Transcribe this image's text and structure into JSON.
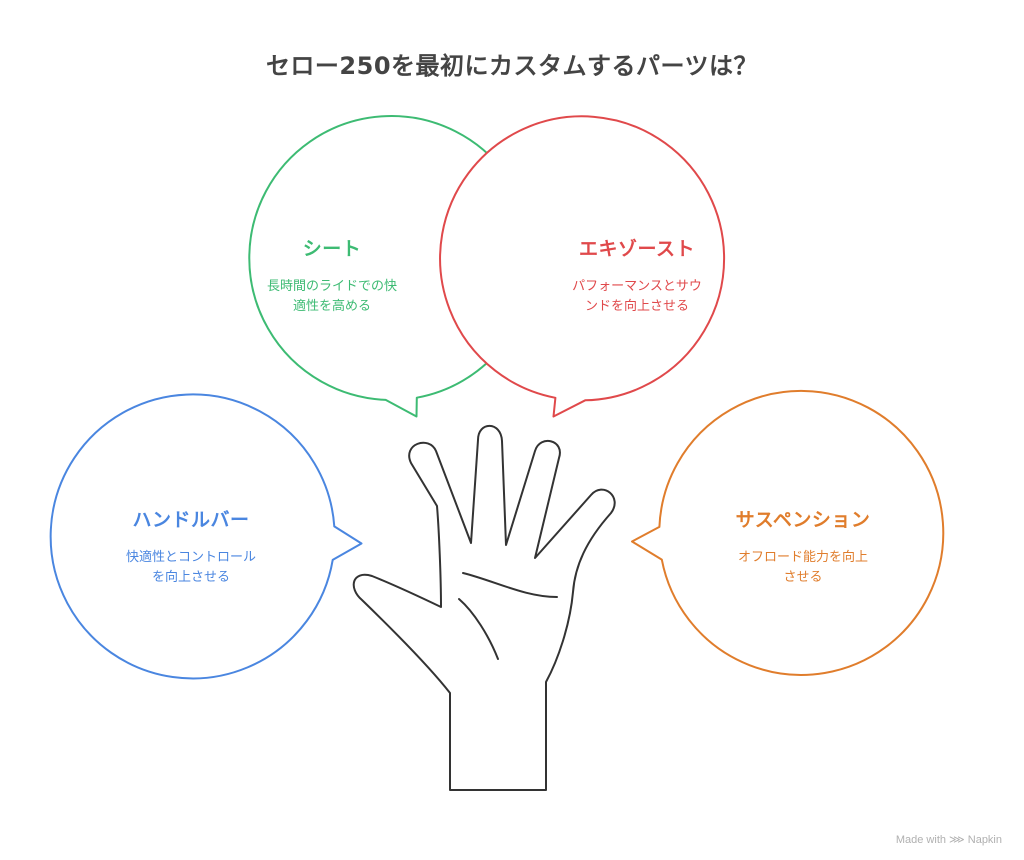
{
  "title": "セロー250を最初にカスタムするパーツは？",
  "bubbles": {
    "seat": {
      "title": "シート",
      "desc_line1": "長時間のライドでの快",
      "desc_line2": "適性を高める",
      "color": "#3dbb73"
    },
    "exhaust": {
      "title": "エキゾースト",
      "desc_line1": "パフォーマンスとサウ",
      "desc_line2": "ンドを向上させる",
      "color": "#e0494b"
    },
    "handlebar": {
      "title": "ハンドルバー",
      "desc_line1": "快適性とコントロール",
      "desc_line2": "を向上させる",
      "color": "#4a86e0"
    },
    "suspension": {
      "title": "サスペンション",
      "desc_line1": "オフロード能力を向上",
      "desc_line2": "させる",
      "color": "#e07d2c"
    }
  },
  "center_icon": "hand-icon",
  "watermark": "Made with ⋙ Napkin"
}
